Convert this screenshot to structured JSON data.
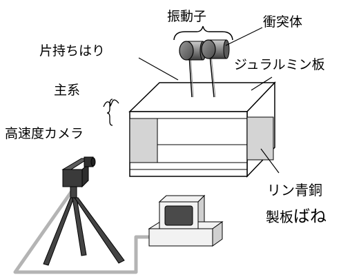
{
  "labels": {
    "oscillator": "振動子",
    "impactor": "衝突体",
    "cantilever": "片持ちはり",
    "duralumin_plate": "ジュラルミン板",
    "main_system": "主系",
    "high_speed_camera": "高速度カメラ",
    "spring_line1": "リン青銅",
    "spring_line2_kanji": "製板",
    "spring_line2_kana": "ばね"
  },
  "colors": {
    "stroke": "#000000",
    "camera_body": "#3a3a3a",
    "tripod": "#444444",
    "cable": "#b4b4b4",
    "side_panel": "#d4d4d4",
    "monitor_screen": "#4a4a4a",
    "device_fill": "#f2f2f2"
  }
}
